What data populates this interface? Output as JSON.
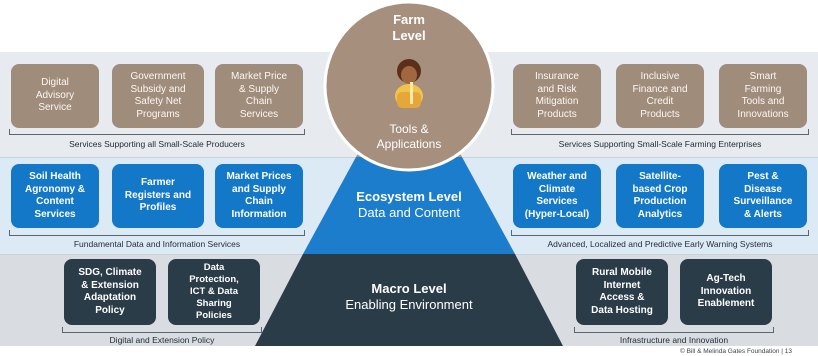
{
  "farm": {
    "title": "Farm\nLevel",
    "tools": "Tools &\nApplications"
  },
  "ecosystem": {
    "title": "Ecosystem Level",
    "subtitle": "Data and Content"
  },
  "macro": {
    "title": "Macro Level",
    "subtitle": "Enabling Environment"
  },
  "top_left": {
    "cards": [
      "Digital\nAdvisory\nService",
      "Government\nSubsidy and\nSafety Net\nPrograms",
      "Market Price\n& Supply\nChain\nServices"
    ],
    "caption": "Services Supporting all Small-Scale Producers"
  },
  "top_right": {
    "cards": [
      "Insurance\nand Risk\nMitigation\nProducts",
      "Inclusive\nFinance and\nCredit\nProducts",
      "Smart\nFarming\nTools and\nInnovations"
    ],
    "caption": "Services Supporting Small-Scale Farming Enterprises"
  },
  "mid_left": {
    "cards": [
      "Soil Health\nAgronomy &\nContent\nServices",
      "Farmer\nRegisters and\nProfiles",
      "Market Prices\nand Supply\nChain\nInformation"
    ],
    "caption": "Fundamental Data and Information Services"
  },
  "mid_right": {
    "cards": [
      "Weather and\nClimate\nServices\n(Hyper-Local)",
      "Satellite-\nbased Crop\nProduction\nAnalytics",
      "Pest &\nDisease\nSurveillance\n& Alerts"
    ],
    "caption": "Advanced, Localized and Predictive Early Warning Systems"
  },
  "bot_left": {
    "cards": [
      "SDG, Climate\n& Extension\nAdaptation\nPolicy",
      "Data\nProtection,\nICT & Data\nSharing\nPolicies"
    ],
    "caption": "Digital and Extension Policy"
  },
  "bot_right": {
    "cards": [
      "Rural Mobile\nInternet\nAccess &\nData Hosting",
      "Ag-Tech\nInnovation\nEnablement"
    ],
    "caption": "Infrastructure and Innovation"
  },
  "footer": "© Bill & Melinda Gates Foundation   |   13",
  "colors": {
    "farm_circle": "#a68f7c",
    "pyramid_top": "#a69584",
    "pyramid_mid": "#1c7dcc",
    "pyramid_bottom": "#2b3c49",
    "card_brown": "#a08c7a",
    "card_blue": "#1478c8",
    "card_dark": "#2b3c49"
  },
  "icons": [
    "farmer-illustration"
  ]
}
